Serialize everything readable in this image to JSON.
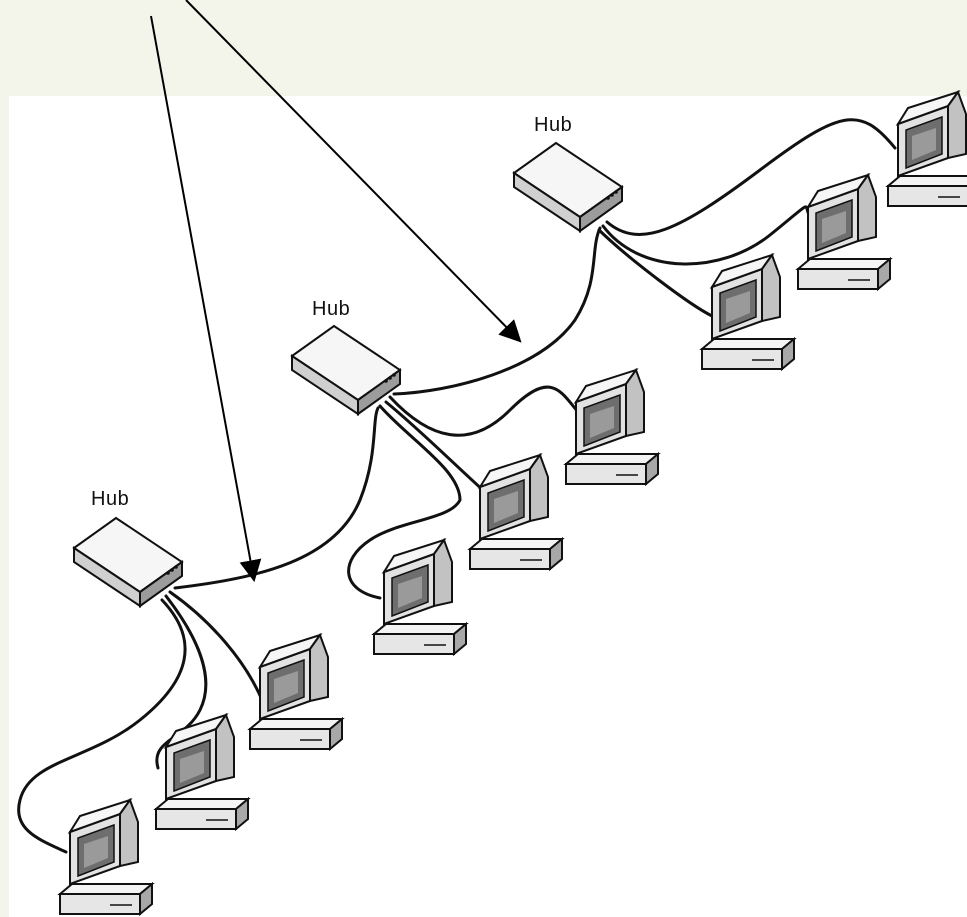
{
  "hubs": [
    {
      "id": "hub-top",
      "label": "Hub"
    },
    {
      "id": "hub-middle",
      "label": "Hub"
    },
    {
      "id": "hub-bottom",
      "label": "Hub"
    }
  ],
  "icons": {
    "hub": "network-hub-icon",
    "computer": "desktop-computer-icon"
  }
}
